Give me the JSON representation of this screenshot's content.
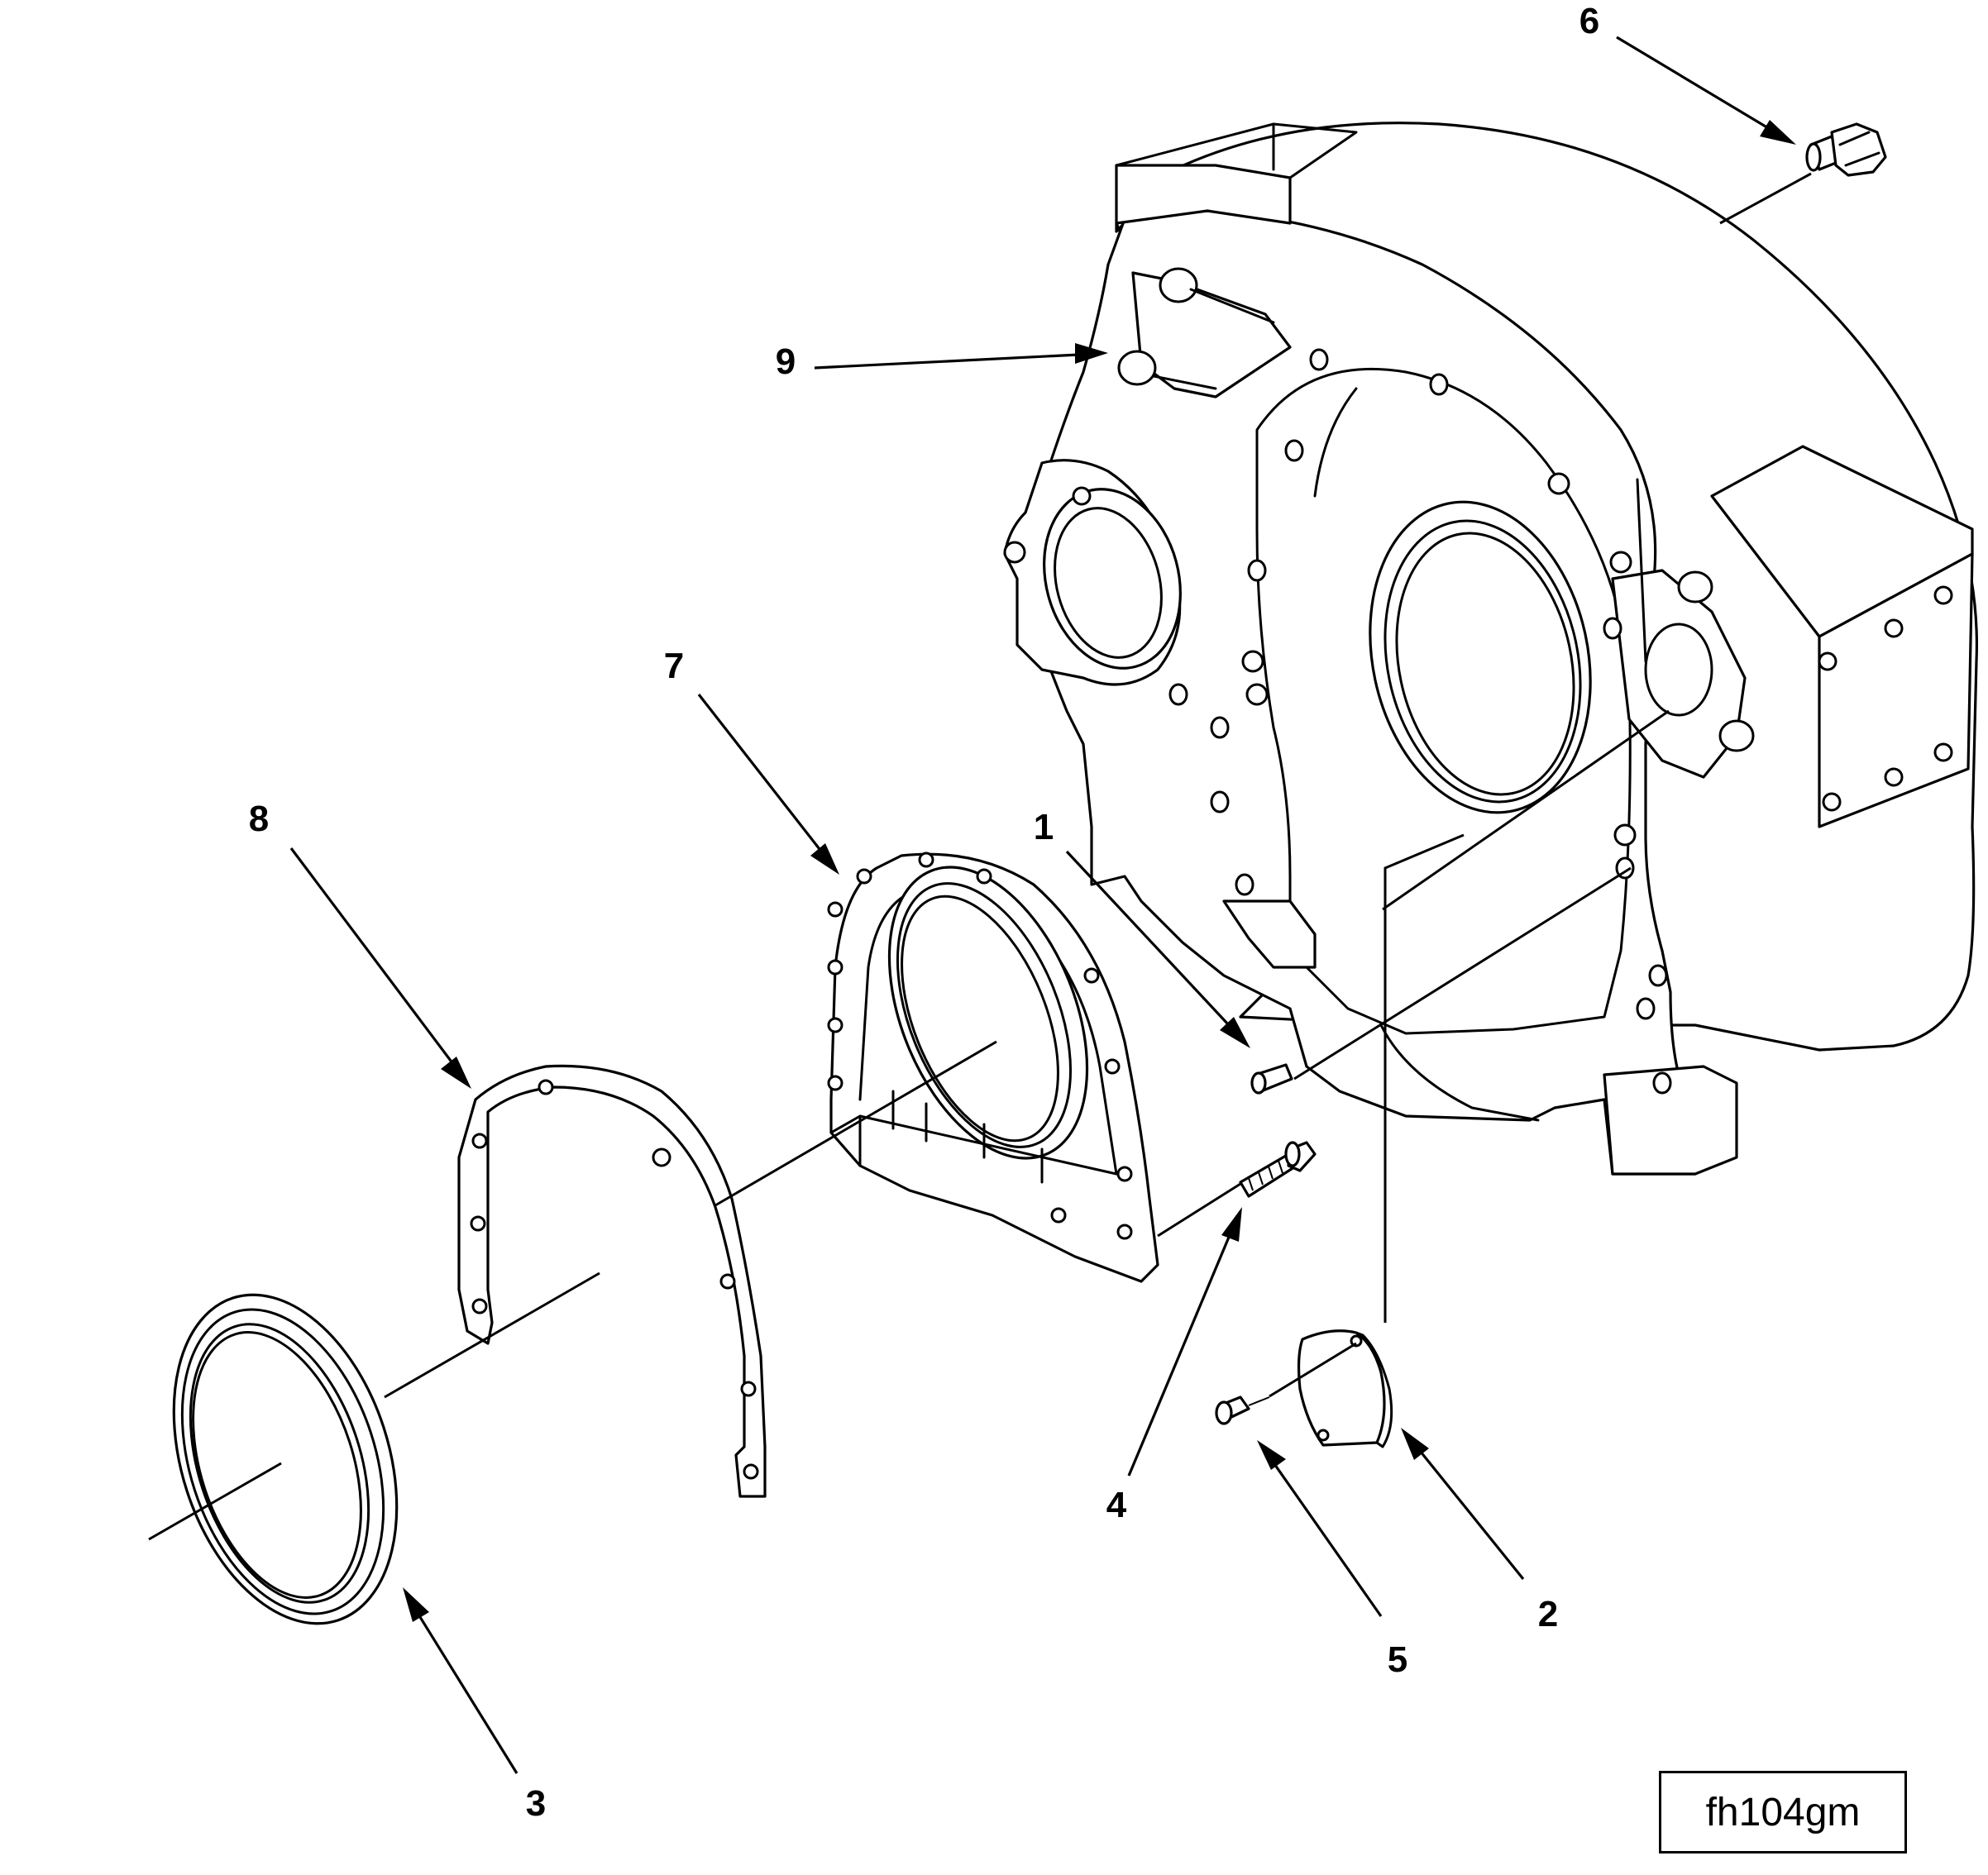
{
  "figure_id": "fh104gm",
  "callouts": [
    {
      "key": "1",
      "label": "1"
    },
    {
      "key": "2",
      "label": "2"
    },
    {
      "key": "3",
      "label": "3"
    },
    {
      "key": "4",
      "label": "4"
    },
    {
      "key": "5",
      "label": "5"
    },
    {
      "key": "6",
      "label": "6"
    },
    {
      "key": "7",
      "label": "7"
    },
    {
      "key": "8",
      "label": "8"
    },
    {
      "key": "9",
      "label": "9"
    }
  ],
  "parts": [
    {
      "key": "flywheel-housing",
      "name": "flywheel-housing"
    },
    {
      "key": "dowel",
      "callout": "1"
    },
    {
      "key": "cover-plate",
      "callout": "2"
    },
    {
      "key": "oil-seal",
      "callout": "3"
    },
    {
      "key": "capscrew",
      "callout": "4"
    },
    {
      "key": "cover-screw",
      "callout": "5"
    },
    {
      "key": "hex-bolt",
      "callout": "6"
    },
    {
      "key": "seal-carrier",
      "callout": "7"
    },
    {
      "key": "gasket",
      "callout": "8"
    },
    {
      "key": "access-plug",
      "callout": "9"
    }
  ]
}
